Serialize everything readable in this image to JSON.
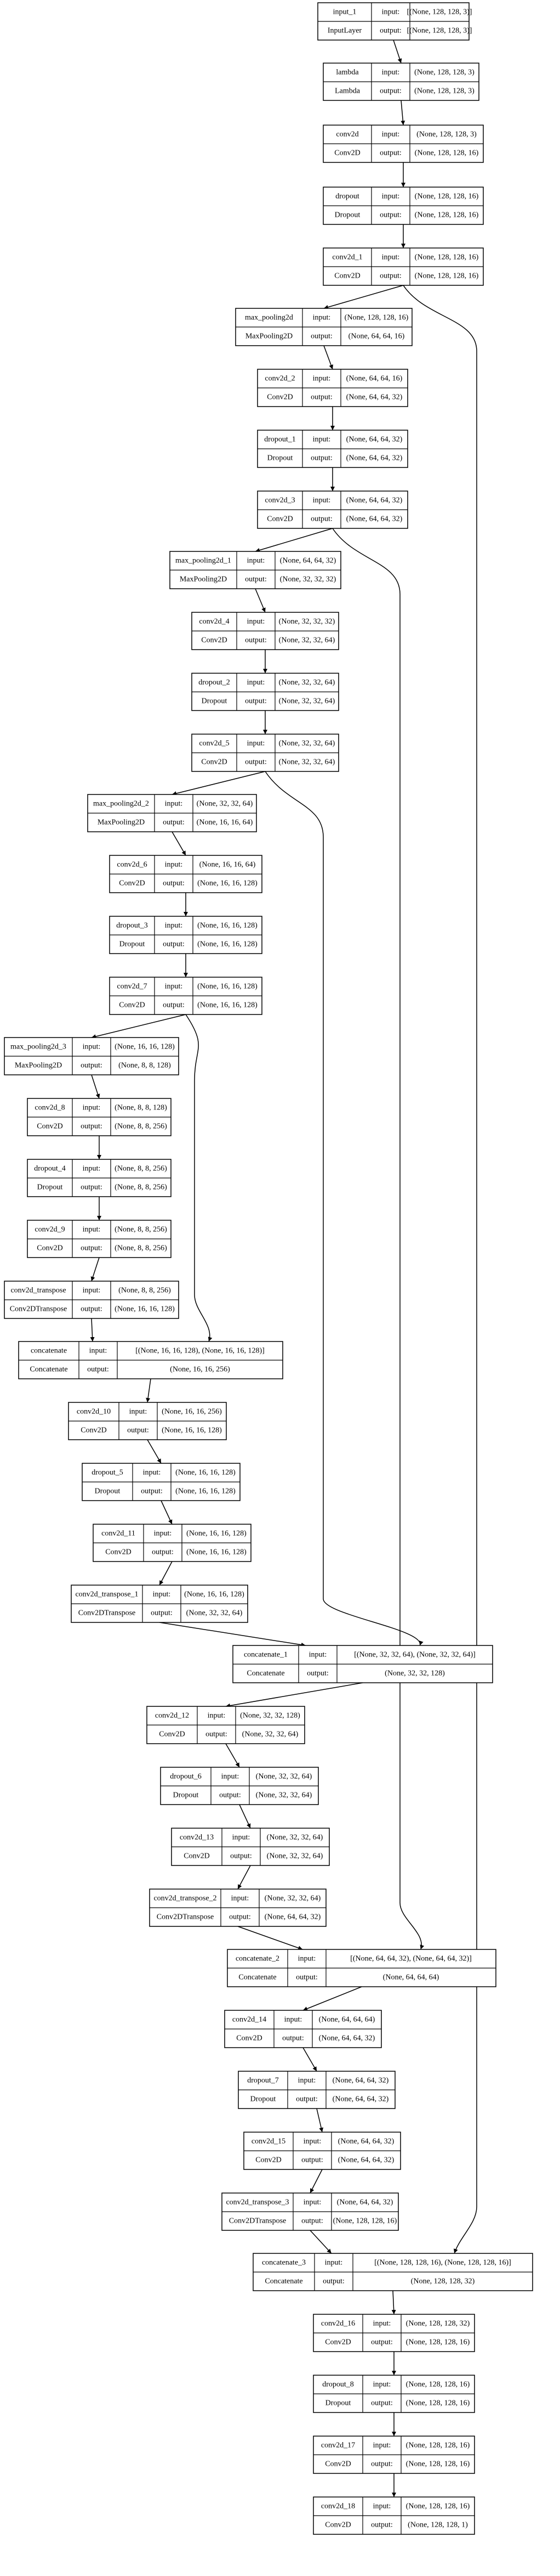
{
  "diagram": {
    "type": "model-architecture-graph",
    "port_labels": {
      "input": "input:",
      "output": "output:"
    },
    "nodes": [
      {
        "id": "input_1",
        "name": "input_1",
        "layer": "InputLayer",
        "input": "[(None, 128, 128, 3)]",
        "output": "[(None, 128, 128, 3)]"
      },
      {
        "id": "lambda",
        "name": "lambda",
        "layer": "Lambda",
        "input": "(None, 128, 128, 3)",
        "output": "(None, 128, 128, 3)"
      },
      {
        "id": "conv2d",
        "name": "conv2d",
        "layer": "Conv2D",
        "input": "(None, 128, 128, 3)",
        "output": "(None, 128, 128, 16)"
      },
      {
        "id": "dropout",
        "name": "dropout",
        "layer": "Dropout",
        "input": "(None, 128, 128, 16)",
        "output": "(None, 128, 128, 16)"
      },
      {
        "id": "conv2d_1",
        "name": "conv2d_1",
        "layer": "Conv2D",
        "input": "(None, 128, 128, 16)",
        "output": "(None, 128, 128, 16)"
      },
      {
        "id": "max_pooling2d",
        "name": "max_pooling2d",
        "layer": "MaxPooling2D",
        "input": "(None, 128, 128, 16)",
        "output": "(None, 64, 64, 16)"
      },
      {
        "id": "conv2d_2",
        "name": "conv2d_2",
        "layer": "Conv2D",
        "input": "(None, 64, 64, 16)",
        "output": "(None, 64, 64, 32)"
      },
      {
        "id": "dropout_1",
        "name": "dropout_1",
        "layer": "Dropout",
        "input": "(None, 64, 64, 32)",
        "output": "(None, 64, 64, 32)"
      },
      {
        "id": "conv2d_3",
        "name": "conv2d_3",
        "layer": "Conv2D",
        "input": "(None, 64, 64, 32)",
        "output": "(None, 64, 64, 32)"
      },
      {
        "id": "max_pooling2d_1",
        "name": "max_pooling2d_1",
        "layer": "MaxPooling2D",
        "input": "(None, 64, 64, 32)",
        "output": "(None, 32, 32, 32)"
      },
      {
        "id": "conv2d_4",
        "name": "conv2d_4",
        "layer": "Conv2D",
        "input": "(None, 32, 32, 32)",
        "output": "(None, 32, 32, 64)"
      },
      {
        "id": "dropout_2",
        "name": "dropout_2",
        "layer": "Dropout",
        "input": "(None, 32, 32, 64)",
        "output": "(None, 32, 32, 64)"
      },
      {
        "id": "conv2d_5",
        "name": "conv2d_5",
        "layer": "Conv2D",
        "input": "(None, 32, 32, 64)",
        "output": "(None, 32, 32, 64)"
      },
      {
        "id": "max_pooling2d_2",
        "name": "max_pooling2d_2",
        "layer": "MaxPooling2D",
        "input": "(None, 32, 32, 64)",
        "output": "(None, 16, 16, 64)"
      },
      {
        "id": "conv2d_6",
        "name": "conv2d_6",
        "layer": "Conv2D",
        "input": "(None, 16, 16, 64)",
        "output": "(None, 16, 16, 128)"
      },
      {
        "id": "dropout_3",
        "name": "dropout_3",
        "layer": "Dropout",
        "input": "(None, 16, 16, 128)",
        "output": "(None, 16, 16, 128)"
      },
      {
        "id": "conv2d_7",
        "name": "conv2d_7",
        "layer": "Conv2D",
        "input": "(None, 16, 16, 128)",
        "output": "(None, 16, 16, 128)"
      },
      {
        "id": "max_pooling2d_3",
        "name": "max_pooling2d_3",
        "layer": "MaxPooling2D",
        "input": "(None, 16, 16, 128)",
        "output": "(None, 8, 8, 128)"
      },
      {
        "id": "conv2d_8",
        "name": "conv2d_8",
        "layer": "Conv2D",
        "input": "(None, 8, 8, 128)",
        "output": "(None, 8, 8, 256)"
      },
      {
        "id": "dropout_4",
        "name": "dropout_4",
        "layer": "Dropout",
        "input": "(None, 8, 8, 256)",
        "output": "(None, 8, 8, 256)"
      },
      {
        "id": "conv2d_9",
        "name": "conv2d_9",
        "layer": "Conv2D",
        "input": "(None, 8, 8, 256)",
        "output": "(None, 8, 8, 256)"
      },
      {
        "id": "conv2d_transpose",
        "name": "conv2d_transpose",
        "layer": "Conv2DTranspose",
        "input": "(None, 8, 8, 256)",
        "output": "(None, 16, 16, 128)"
      },
      {
        "id": "concatenate",
        "name": "concatenate",
        "layer": "Concatenate",
        "input": "[(None, 16, 16, 128), (None, 16, 16, 128)]",
        "output": "(None, 16, 16, 256)"
      },
      {
        "id": "conv2d_10",
        "name": "conv2d_10",
        "layer": "Conv2D",
        "input": "(None, 16, 16, 256)",
        "output": "(None, 16, 16, 128)"
      },
      {
        "id": "dropout_5",
        "name": "dropout_5",
        "layer": "Dropout",
        "input": "(None, 16, 16, 128)",
        "output": "(None, 16, 16, 128)"
      },
      {
        "id": "conv2d_11",
        "name": "conv2d_11",
        "layer": "Conv2D",
        "input": "(None, 16, 16, 128)",
        "output": "(None, 16, 16, 128)"
      },
      {
        "id": "conv2d_transpose_1",
        "name": "conv2d_transpose_1",
        "layer": "Conv2DTranspose",
        "input": "(None, 16, 16, 128)",
        "output": "(None, 32, 32, 64)"
      },
      {
        "id": "concatenate_1",
        "name": "concatenate_1",
        "layer": "Concatenate",
        "input": "[(None, 32, 32, 64), (None, 32, 32, 64)]",
        "output": "(None, 32, 32, 128)"
      },
      {
        "id": "conv2d_12",
        "name": "conv2d_12",
        "layer": "Conv2D",
        "input": "(None, 32, 32, 128)",
        "output": "(None, 32, 32, 64)"
      },
      {
        "id": "dropout_6",
        "name": "dropout_6",
        "layer": "Dropout",
        "input": "(None, 32, 32, 64)",
        "output": "(None, 32, 32, 64)"
      },
      {
        "id": "conv2d_13",
        "name": "conv2d_13",
        "layer": "Conv2D",
        "input": "(None, 32, 32, 64)",
        "output": "(None, 32, 32, 64)"
      },
      {
        "id": "conv2d_transpose_2",
        "name": "conv2d_transpose_2",
        "layer": "Conv2DTranspose",
        "input": "(None, 32, 32, 64)",
        "output": "(None, 64, 64, 32)"
      },
      {
        "id": "concatenate_2",
        "name": "concatenate_2",
        "layer": "Concatenate",
        "input": "[(None, 64, 64, 32), (None, 64, 64, 32)]",
        "output": "(None, 64, 64, 64)"
      },
      {
        "id": "conv2d_14",
        "name": "conv2d_14",
        "layer": "Conv2D",
        "input": "(None, 64, 64, 64)",
        "output": "(None, 64, 64, 32)"
      },
      {
        "id": "dropout_7",
        "name": "dropout_7",
        "layer": "Dropout",
        "input": "(None, 64, 64, 32)",
        "output": "(None, 64, 64, 32)"
      },
      {
        "id": "conv2d_15",
        "name": "conv2d_15",
        "layer": "Conv2D",
        "input": "(None, 64, 64, 32)",
        "output": "(None, 64, 64, 32)"
      },
      {
        "id": "conv2d_transpose_3",
        "name": "conv2d_transpose_3",
        "layer": "Conv2DTranspose",
        "input": "(None, 64, 64, 32)",
        "output": "(None, 128, 128, 16)"
      },
      {
        "id": "concatenate_3",
        "name": "concatenate_3",
        "layer": "Concatenate",
        "input": "[(None, 128, 128, 16), (None, 128, 128, 16)]",
        "output": "(None, 128, 128, 32)"
      },
      {
        "id": "conv2d_16",
        "name": "conv2d_16",
        "layer": "Conv2D",
        "input": "(None, 128, 128, 32)",
        "output": "(None, 128, 128, 16)"
      },
      {
        "id": "dropout_8",
        "name": "dropout_8",
        "layer": "Dropout",
        "input": "(None, 128, 128, 16)",
        "output": "(None, 128, 128, 16)"
      },
      {
        "id": "conv2d_17",
        "name": "conv2d_17",
        "layer": "Conv2D",
        "input": "(None, 128, 128, 16)",
        "output": "(None, 128, 128, 16)"
      },
      {
        "id": "conv2d_18",
        "name": "conv2d_18",
        "layer": "Conv2D",
        "input": "(None, 128, 128, 16)",
        "output": "(None, 128, 128, 1)"
      }
    ],
    "edges": [
      [
        "input_1",
        "lambda"
      ],
      [
        "lambda",
        "conv2d"
      ],
      [
        "conv2d",
        "dropout"
      ],
      [
        "dropout",
        "conv2d_1"
      ],
      [
        "conv2d_1",
        "max_pooling2d"
      ],
      [
        "max_pooling2d",
        "conv2d_2"
      ],
      [
        "conv2d_2",
        "dropout_1"
      ],
      [
        "dropout_1",
        "conv2d_3"
      ],
      [
        "conv2d_3",
        "max_pooling2d_1"
      ],
      [
        "max_pooling2d_1",
        "conv2d_4"
      ],
      [
        "conv2d_4",
        "dropout_2"
      ],
      [
        "dropout_2",
        "conv2d_5"
      ],
      [
        "conv2d_5",
        "max_pooling2d_2"
      ],
      [
        "max_pooling2d_2",
        "conv2d_6"
      ],
      [
        "conv2d_6",
        "dropout_3"
      ],
      [
        "dropout_3",
        "conv2d_7"
      ],
      [
        "conv2d_7",
        "max_pooling2d_3"
      ],
      [
        "max_pooling2d_3",
        "conv2d_8"
      ],
      [
        "conv2d_8",
        "dropout_4"
      ],
      [
        "dropout_4",
        "conv2d_9"
      ],
      [
        "conv2d_9",
        "conv2d_transpose"
      ],
      [
        "conv2d_transpose",
        "concatenate"
      ],
      [
        "conv2d_7",
        "concatenate"
      ],
      [
        "concatenate",
        "conv2d_10"
      ],
      [
        "conv2d_10",
        "dropout_5"
      ],
      [
        "dropout_5",
        "conv2d_11"
      ],
      [
        "conv2d_11",
        "conv2d_transpose_1"
      ],
      [
        "conv2d_transpose_1",
        "concatenate_1"
      ],
      [
        "conv2d_5",
        "concatenate_1"
      ],
      [
        "concatenate_1",
        "conv2d_12"
      ],
      [
        "conv2d_12",
        "dropout_6"
      ],
      [
        "dropout_6",
        "conv2d_13"
      ],
      [
        "conv2d_13",
        "conv2d_transpose_2"
      ],
      [
        "conv2d_transpose_2",
        "concatenate_2"
      ],
      [
        "conv2d_3",
        "concatenate_2"
      ],
      [
        "concatenate_2",
        "conv2d_14"
      ],
      [
        "conv2d_14",
        "dropout_7"
      ],
      [
        "dropout_7",
        "conv2d_15"
      ],
      [
        "conv2d_15",
        "conv2d_transpose_3"
      ],
      [
        "conv2d_transpose_3",
        "concatenate_3"
      ],
      [
        "conv2d_1",
        "concatenate_3"
      ],
      [
        "concatenate_3",
        "conv2d_16"
      ],
      [
        "conv2d_16",
        "dropout_8"
      ],
      [
        "dropout_8",
        "conv2d_17"
      ],
      [
        "conv2d_17",
        "conv2d_18"
      ]
    ]
  }
}
